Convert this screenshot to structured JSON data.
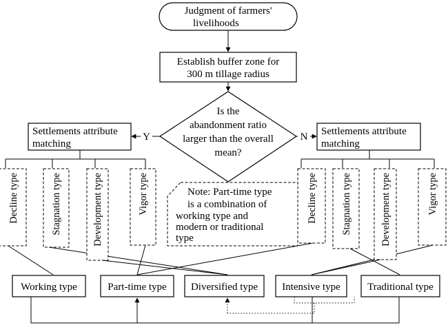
{
  "start": {
    "line1": "Judgment of farmers'",
    "line2": "livelihoods"
  },
  "buffer": {
    "line1": "Establish buffer zone for",
    "line2": "300 m tillage radius"
  },
  "decision": {
    "line1": "Is the",
    "line2": "abandonment ratio",
    "line3": "larger than the overall",
    "line4": "mean?"
  },
  "branch_yes": "Y",
  "branch_no": "N",
  "match_left": {
    "line1": "Settlements attribute",
    "line2": "matching"
  },
  "match_right": {
    "line1": "Settlements attribute",
    "line2": "matching"
  },
  "types_left": [
    "Decline type",
    "Stagnation type",
    "Development type",
    "Vigor type"
  ],
  "types_right": [
    "Decline type",
    "Stagnation type",
    "Development type",
    "Vigor type"
  ],
  "note": {
    "line1": "Note: Part-time type",
    "line2": "is a combination of",
    "line3": "working type and",
    "line4": "modern or traditional",
    "line5": "type"
  },
  "outcomes": [
    "Working type",
    "Part-time type",
    "Diversified type",
    "Intensive type",
    "Traditional type"
  ]
}
